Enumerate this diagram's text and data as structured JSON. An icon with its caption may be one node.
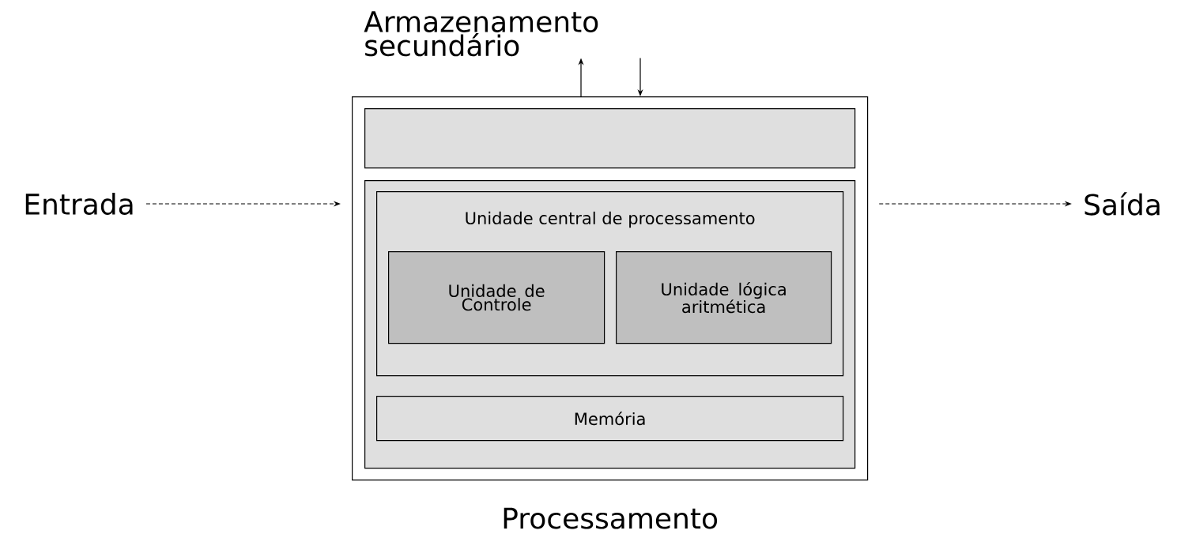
{
  "diagram": {
    "nodes": [
      {
        "text": [
          "Armazenamento secundário"
        ]
      },
      {
        "text": [
          "Entrada"
        ]
      },
      {
        "text": [
          "Processamento"
        ]
      },
      {
        "text": [],
        "shape": "box",
        "in": 2
      },
      {
        "text": [],
        "shape": "box",
        "in": 2
      },
      {
        "text": [
          "Unidade central de processamento"
        ],
        "in": 4
      },
      {
        "text": [
          "Unidade de Controle"
        ],
        "in": 5
      },
      {
        "text": [
          "Unidade lógica aritmética"
        ],
        "in": 5
      },
      {
        "text": [
          "Memória"
        ],
        "in": 4
      },
      {
        "text": [
          "Saída"
        ]
      }
    ],
    "edges": [
      {
        "from": 1,
        "to": 2,
        "arrow": "to",
        "style": "dashed"
      },
      {
        "from": 2,
        "to": 9,
        "arrow": "to",
        "style": "dashed"
      },
      {
        "from": 2,
        "to": 0,
        "arrow": "to"
      },
      {
        "from": 0,
        "to": 2,
        "arrow": "to"
      }
    ]
  }
}
